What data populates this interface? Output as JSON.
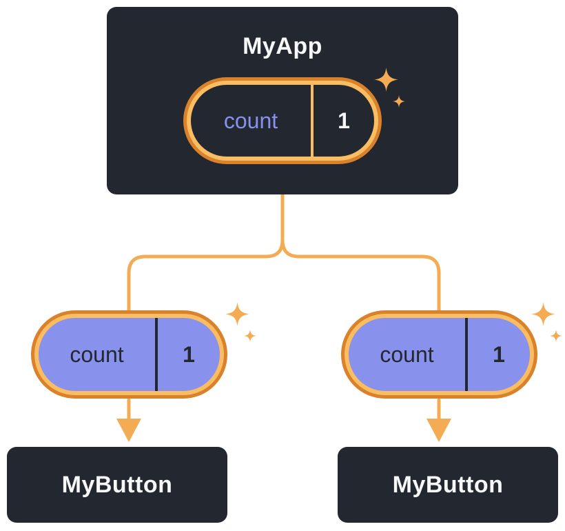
{
  "diagram": {
    "parent": {
      "title": "MyApp",
      "state": {
        "name": "count",
        "value": "1"
      }
    },
    "children": [
      {
        "title": "MyButton",
        "prop": {
          "name": "count",
          "value": "1"
        }
      },
      {
        "title": "MyButton",
        "prop": {
          "name": "count",
          "value": "1"
        }
      }
    ],
    "icons": {
      "sparkle": "four-point-sparkle",
      "arrow": "down-arrow"
    },
    "colors": {
      "background": "#ffffff",
      "node_background": "#23272f",
      "node_text": "#f6f7f9",
      "pill_ring_outer": "#d9822b",
      "pill_ring_inner": "#fabd62",
      "pill_parent_fill": "#23272f",
      "pill_parent_name_text": "#8891ec",
      "pill_parent_value_text": "#f6f7f9",
      "pill_child_fill": "#8891ec",
      "pill_child_text": "#23272f",
      "connector": "#f3ab54",
      "sparkle": "#f3ab54"
    }
  }
}
